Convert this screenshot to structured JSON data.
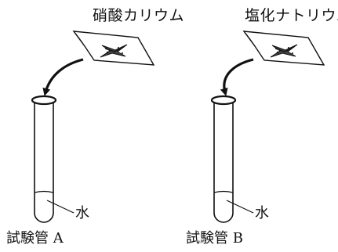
{
  "left_setup": {
    "substance_label": "硝酸カリウム",
    "water_label": "水",
    "tube_label": "試験管 A"
  },
  "right_setup": {
    "substance_label": "塩化ナトリウム",
    "water_label": "水",
    "tube_label": "試験管 B"
  },
  "colors": {
    "line": "#111111",
    "background": "#ffffff"
  }
}
